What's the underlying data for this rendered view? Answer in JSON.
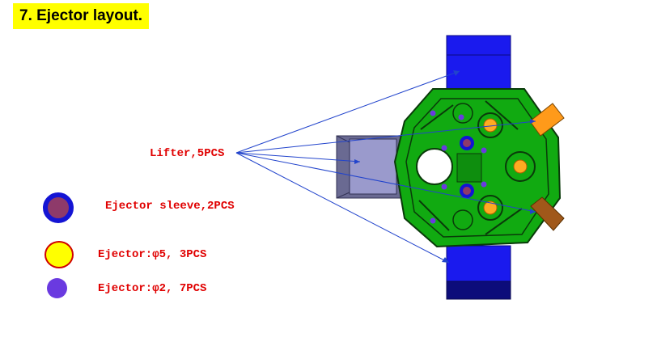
{
  "title": "7. Ejector layout.",
  "labels": {
    "lifter": "Lifter,5PCS",
    "ejector_sleeve": "Ejector sleeve,2PCS",
    "ejector_5": "Ejector:φ5, 3PCS",
    "ejector_2": "Ejector:φ2, 7PCS"
  },
  "colors": {
    "title_bg": "#ffff00",
    "label_text": "#e00000",
    "mold_green": "#11aa11",
    "lifter_blue": "#1a1aee",
    "leader_line": "#2244cc"
  },
  "icons": {
    "ejector_sleeve": "ejector-sleeve-icon",
    "ejector_5": "ejector-5-icon",
    "ejector_2": "ejector-2-icon"
  }
}
